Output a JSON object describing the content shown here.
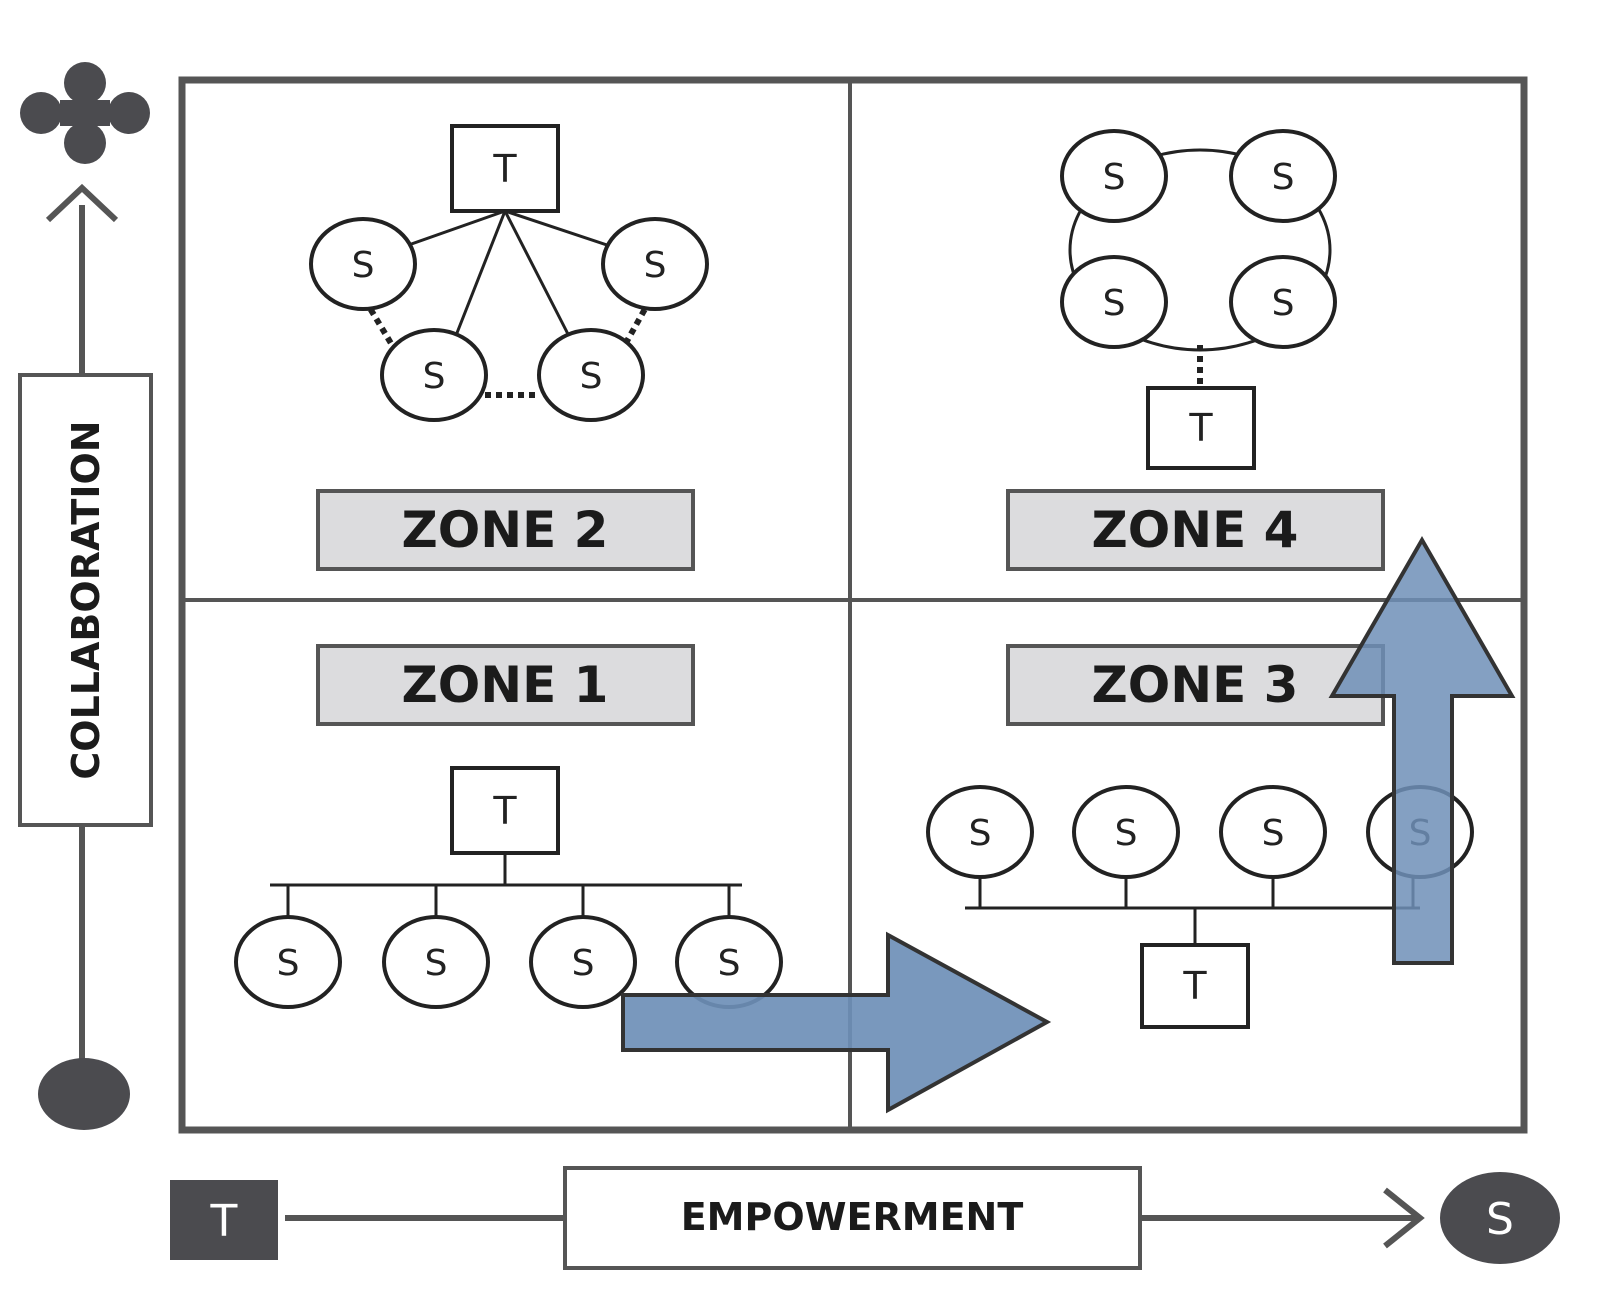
{
  "axes": {
    "y_label": "COLLABORATION",
    "x_label": "EMPOWERMENT",
    "x_start_marker": "T",
    "x_end_marker": "S"
  },
  "zones": [
    {
      "id": "zone1",
      "label": "ZONE 1"
    },
    {
      "id": "zone2",
      "label": "ZONE 2"
    },
    {
      "id": "zone3",
      "label": "ZONE 3"
    },
    {
      "id": "zone4",
      "label": "ZONE 4"
    }
  ],
  "nodes": {
    "teacher": "T",
    "student": "S"
  },
  "colors": {
    "frame": "#555555",
    "grid": "#555555",
    "zone_box_fill": "#dcdcde",
    "arrow_fill": "#6e8fb7",
    "arrow_stroke": "#333333",
    "axis_dark": "#4b4b4f"
  }
}
